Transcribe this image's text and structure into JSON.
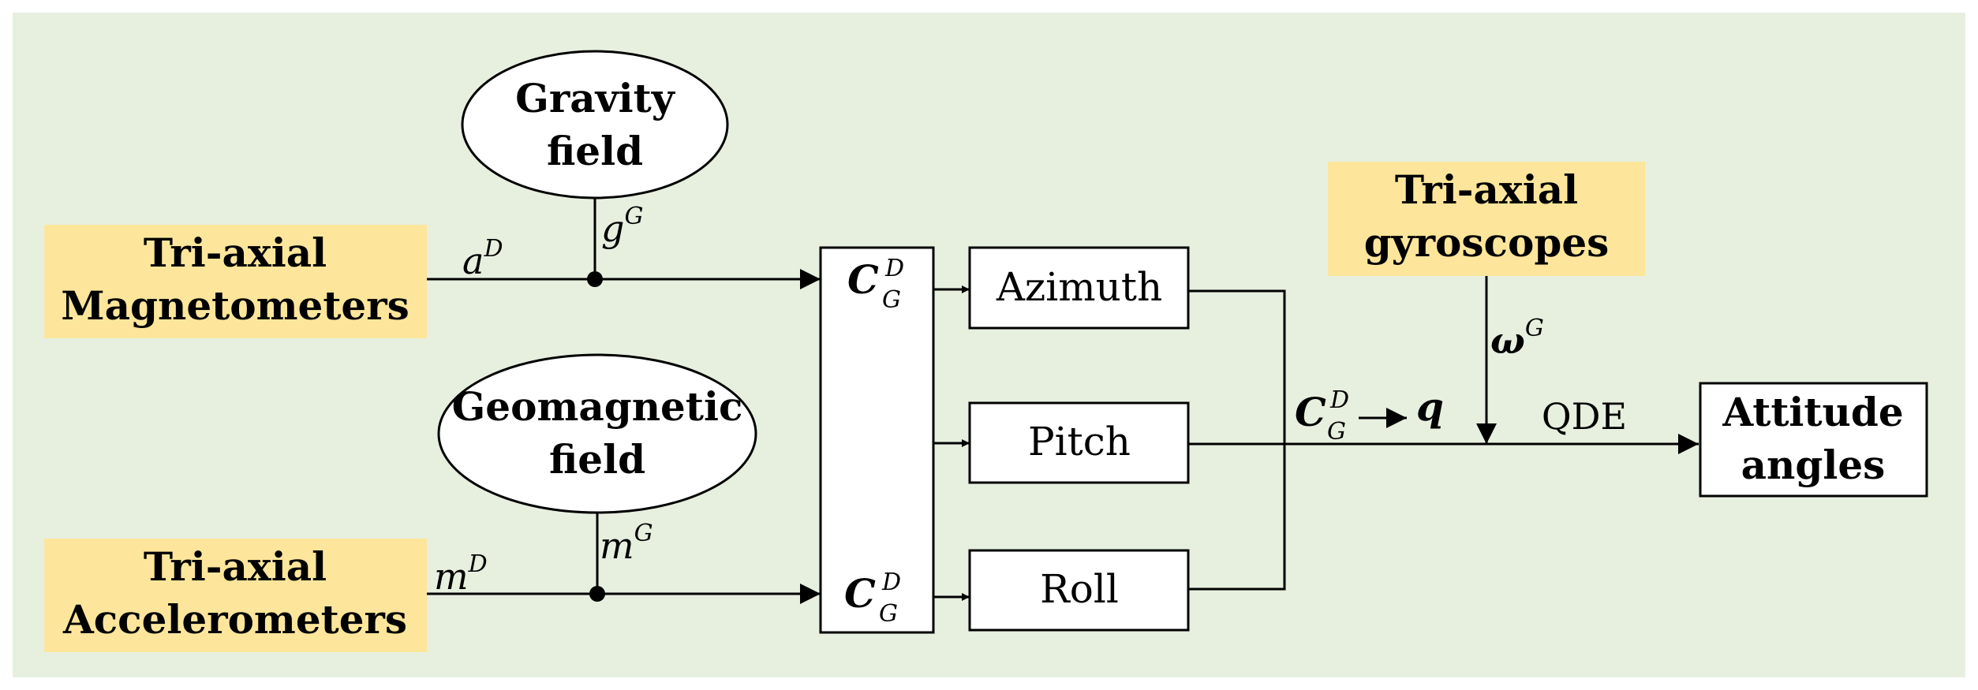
{
  "colors": {
    "background": "#e7efdf",
    "sensor_box": "#fde69b",
    "block_fill": "#ffffff",
    "line": "#000000"
  },
  "sensors": {
    "magnetometers": {
      "line1": "Tri-axial",
      "line2": "Magnetometers"
    },
    "accelerometers": {
      "line1": "Tri-axial",
      "line2": "Accelerometers"
    },
    "gyroscopes": {
      "line1": "Tri-axial",
      "line2": "gyroscopes"
    }
  },
  "fields": {
    "gravity": {
      "line1": "Gravity",
      "line2": "field"
    },
    "geomagnetic": {
      "line1": "Geomagnetic",
      "line2": "field"
    }
  },
  "signals": {
    "a": {
      "base": "a",
      "sup": "D"
    },
    "g": {
      "base": "g",
      "sup": "G"
    },
    "m_in": {
      "base": "m",
      "sup": "D"
    },
    "m_ref": {
      "base": "m",
      "sup": "G"
    },
    "omega": {
      "base": "ω",
      "sup": "G"
    },
    "c_to_q": {
      "base": "C",
      "sup": "D",
      "sub": "G",
      "target": "q"
    }
  },
  "matrix_block": {
    "top": {
      "base": "C",
      "sup": "D",
      "sub": "G"
    },
    "bottom": {
      "base": "C",
      "sup": "D",
      "sub": "G"
    }
  },
  "angle_blocks": {
    "azimuth": "Azimuth",
    "pitch": "Pitch",
    "roll": "Roll"
  },
  "qde_label": "QDE",
  "output": {
    "line1": "Attitude",
    "line2": "angles"
  }
}
